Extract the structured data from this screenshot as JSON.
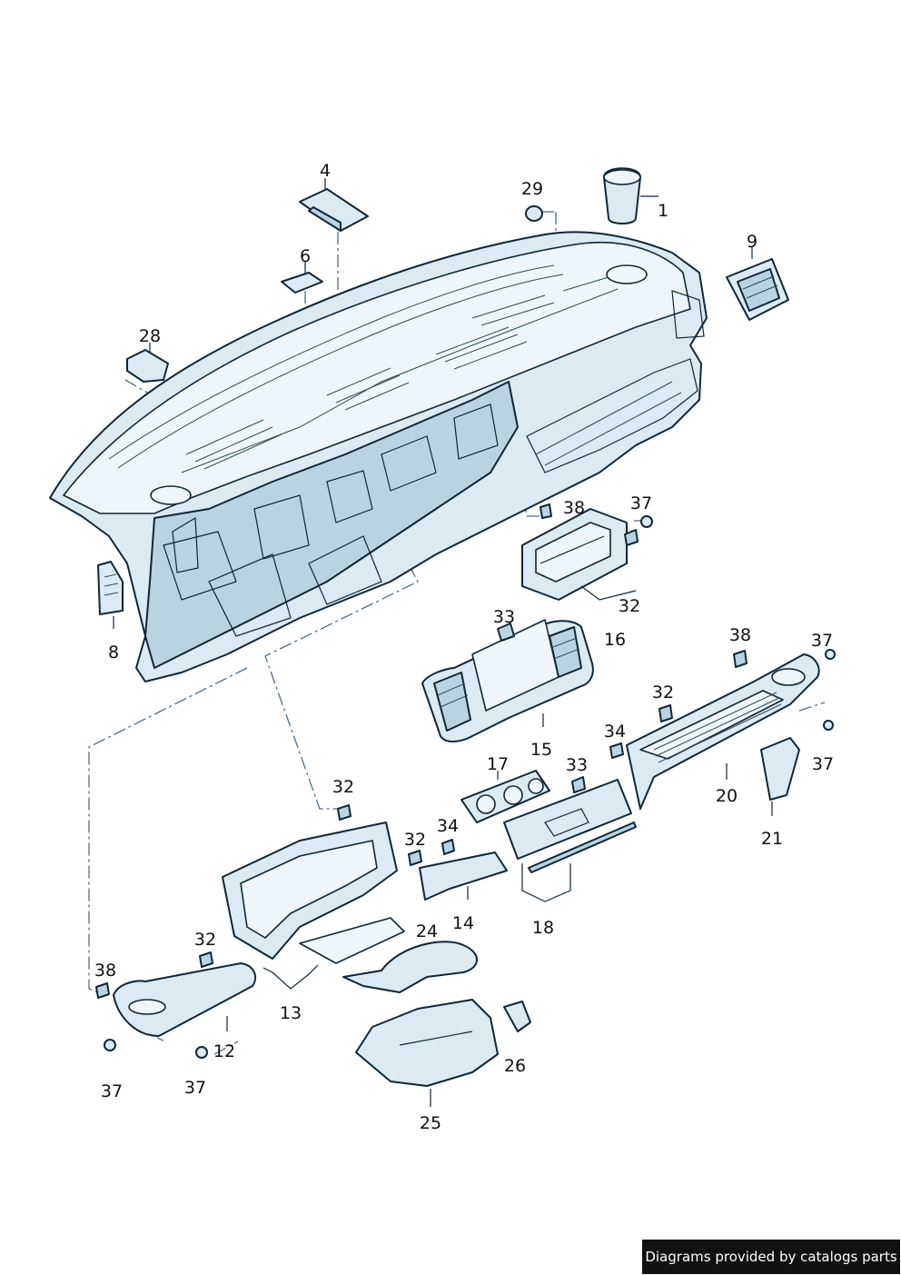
{
  "diagram": {
    "labels": {
      "p1": "1",
      "p4": "4",
      "p6": "6",
      "p8": "8",
      "p9": "9",
      "p12": "12",
      "p13": "13",
      "p14": "14",
      "p15": "15",
      "p16": "16",
      "p17": "17",
      "p18": "18",
      "p20": "20",
      "p21": "21",
      "p24": "24",
      "p25": "25",
      "p26": "26",
      "p28": "28",
      "p29": "29",
      "p32a": "32",
      "p32b": "32",
      "p32c": "32",
      "p32d": "32",
      "p32e": "32",
      "p33a": "33",
      "p33b": "33",
      "p34a": "34",
      "p34b": "34",
      "p37a": "37",
      "p37b": "37",
      "p37c": "37",
      "p37d": "37",
      "p37e": "37",
      "p38a": "38",
      "p38b": "38",
      "p38c": "38"
    }
  },
  "credit": "Diagrams provided by catalogs parts"
}
